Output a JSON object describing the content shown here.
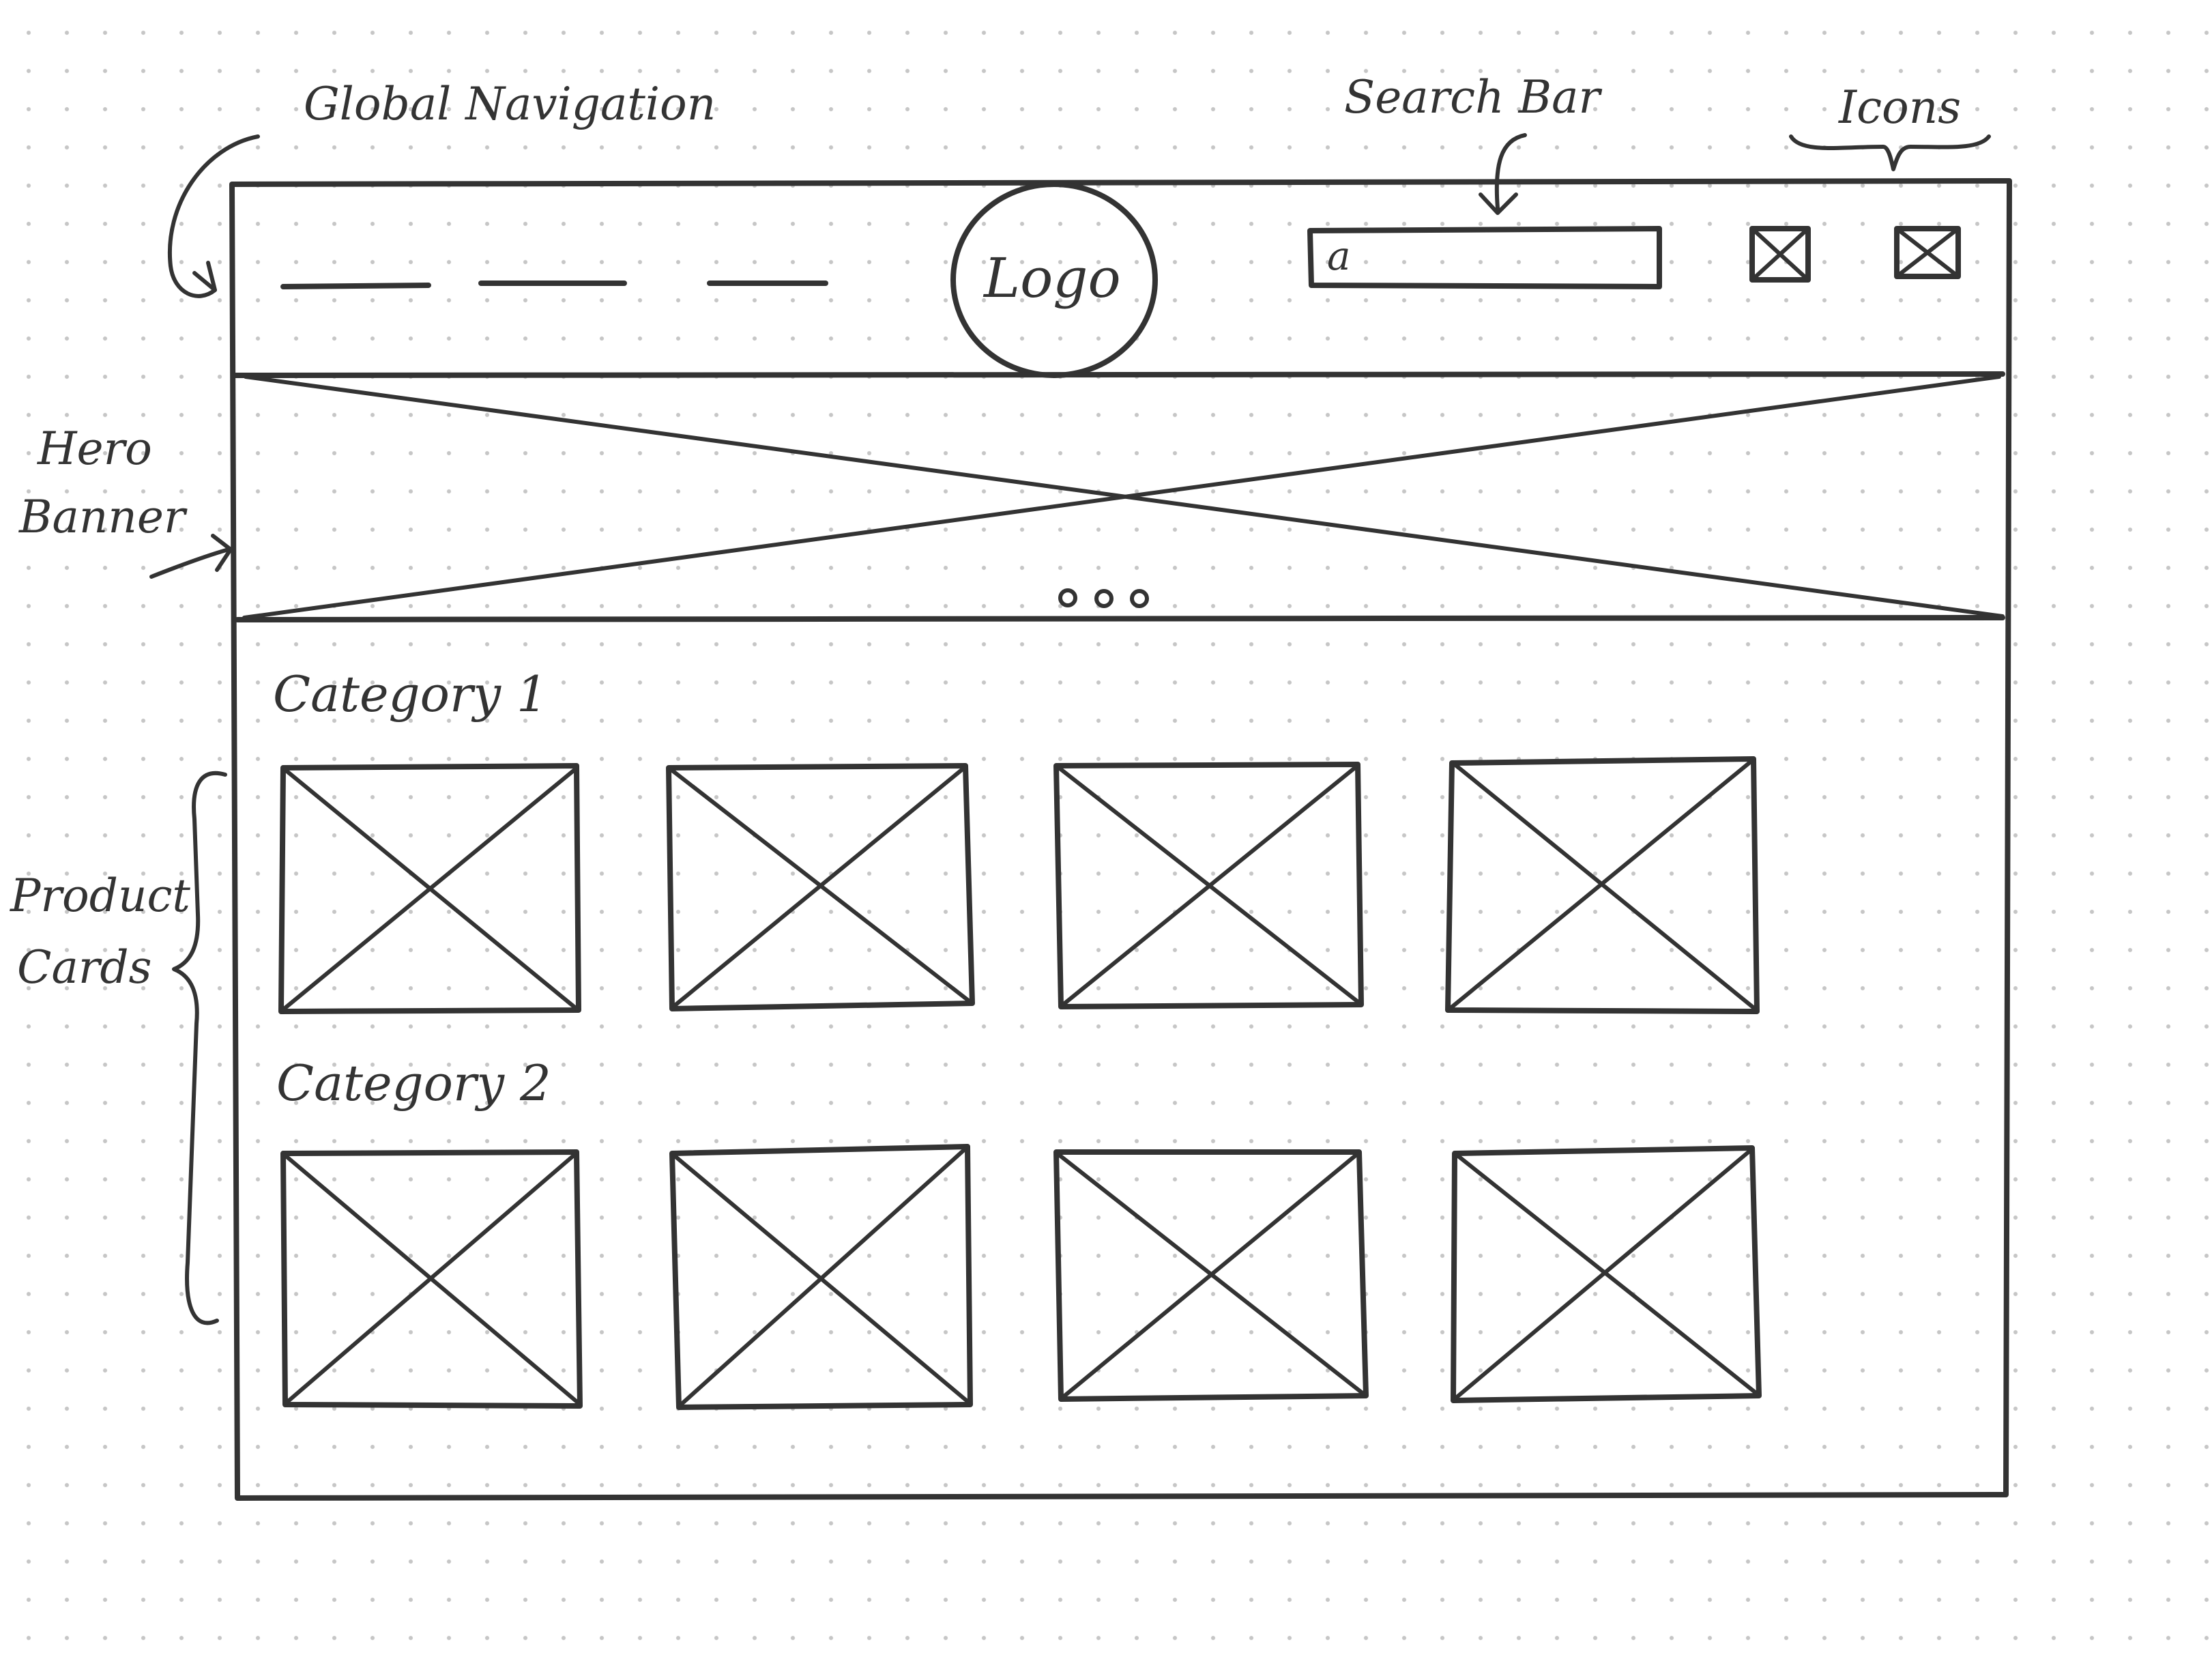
{
  "annotations": {
    "global_navigation": "Global Navigation",
    "search_bar": "Search Bar",
    "icons": "Icons",
    "hero_banner_line1": "Hero",
    "hero_banner_line2": "Banner",
    "product_cards_line1": "Product",
    "product_cards_line2": "Cards"
  },
  "header": {
    "logo": "Logo",
    "search_glyph": "a",
    "nav_links": 3,
    "icons": [
      "image-placeholder-icon",
      "image-placeholder-icon"
    ]
  },
  "hero": {
    "carousel_dots": 3
  },
  "sections": [
    {
      "title": "Category 1",
      "cards": 4
    },
    {
      "title": "Category 2",
      "cards": 4
    }
  ],
  "colors": {
    "ink": "#333333",
    "paper": "#ffffff",
    "dots": "#c6c6c6"
  }
}
